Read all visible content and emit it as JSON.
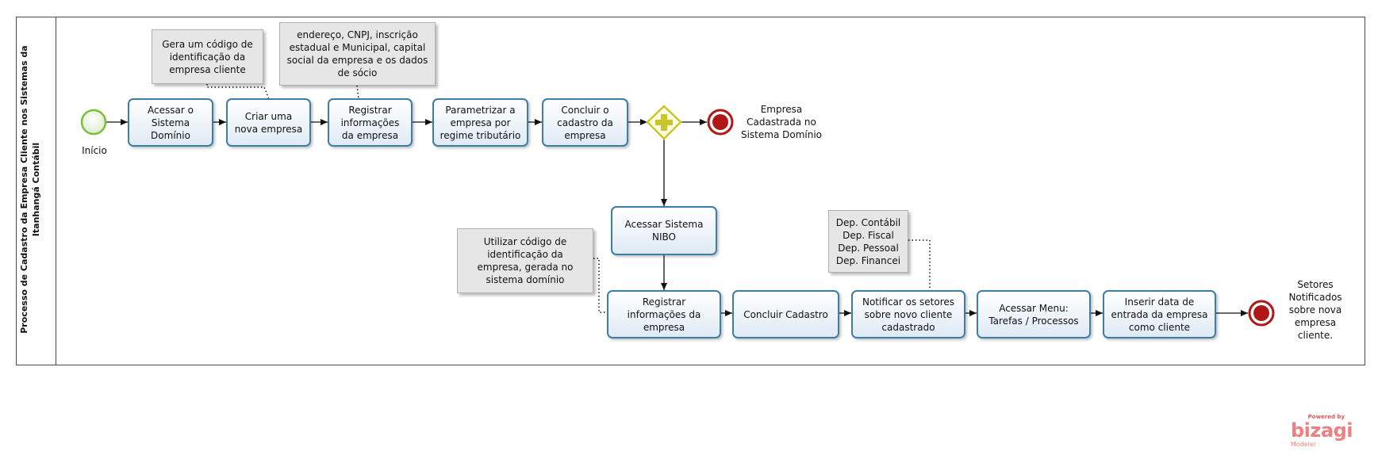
{
  "pool": {
    "lane_title": "Processo de Cadastro da Empresa Cliente nos Sistemas da Itanhangá Contábil"
  },
  "start_label": "Início",
  "tasks": {
    "acessar_dominio": "Acessar o\nSistema\nDomínio",
    "criar_empresa": "Criar uma\nnova empresa",
    "registrar_info_1": "Registrar\ninformações\nda empresa",
    "parametrizar": "Parametrizar a\nempresa por\nregime tributário",
    "concluir_cadastro_1": "Concluir o\ncadastro da\nempresa",
    "acessar_nibo": "Acessar Sistema\nNIBO",
    "registrar_info_2": "Registrar\ninformações da\nempresa",
    "concluir_cadastro_2": "Concluir Cadastro",
    "notificar": "Notificar os setores\nsobre novo cliente\ncadastrado",
    "acessar_menu": "Acessar Menu:\nTarefas / Processos",
    "inserir_data": "Inserir data de\nentrada da empresa\ncomo cliente"
  },
  "notes": {
    "codigo": "Gera um código de\nidentificação da\nempresa cliente",
    "endereco": "endereço, CNPJ, inscrição\nestadual e Municipal, capital\nsocial da empresa e os dados\nde sócio",
    "utilizar": "Utilizar código de\nidentificação da\nempresa, gerada no\nsistema domínio",
    "departamentos": "Dep. Contábil\nDep. Fiscal\nDep. Pessoal\nDep. Financei"
  },
  "end_labels": {
    "end_1": "Empresa\nCadastrada no\nSistema Domínio",
    "end_2": "Setores\nNotificados\nsobre nova\nempresa\ncliente."
  },
  "branding": {
    "powered": "Powered by",
    "brand": "bizagi",
    "product": "Modeler"
  },
  "colors": {
    "task_border": "#3c7ea4",
    "start_event": "#7bbf3a",
    "end_event": "#b01818",
    "gateway": "#c9c62a"
  }
}
